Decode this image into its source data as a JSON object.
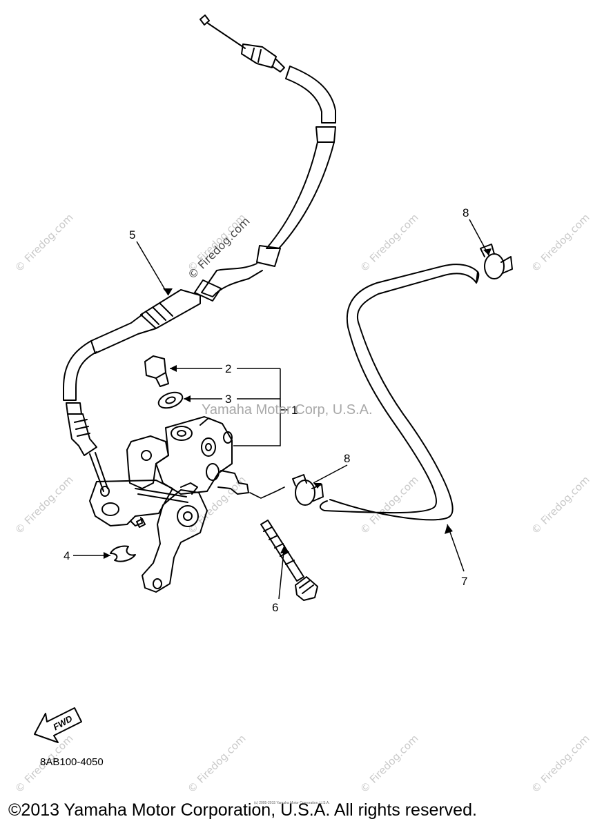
{
  "watermark_text": "© Firedog.com",
  "center_watermark": "© Firedog.com",
  "corp_watermark": "Yamaha Motor Corp, U.S.A.",
  "callouts": {
    "c1": "1",
    "c2": "2",
    "c3": "3",
    "c4": "4",
    "c5": "5",
    "c6": "6",
    "c7": "7",
    "c8a": "8",
    "c8b": "8"
  },
  "fwd_label": "FWD",
  "part_code": "8AB100-4050",
  "tiny_notice": "(c) 2005-2015 Yamaha Motor Corporation, U.S.A.",
  "copyright": "©2013 Yamaha Motor Corporation, U.S.A. All rights reserved."
}
